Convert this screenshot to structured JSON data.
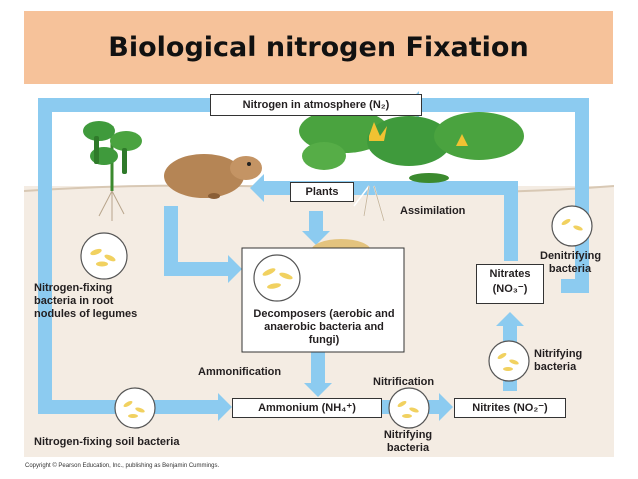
{
  "title": "Biological nitrogen Fixation",
  "labels": {
    "atmosphere": "Nitrogen in atmosphere (N₂)",
    "plants": "Plants",
    "assimilation": "Assimilation",
    "denitrifying": "Denitrifying bacteria",
    "nitrogen_fixing_root": "Nitrogen-fixing bacteria in root nodules of legumes",
    "decomposers": "Decomposers (aerobic and anaerobic bacteria and fungi)",
    "nitrates": "Nitrates (NO₃⁻)",
    "nitrifying_top": "Nitrifying bacteria",
    "ammonification": "Ammonification",
    "nitrification": "Nitrification",
    "ammonium": "Ammonium (NH₄⁺)",
    "nitrites": "Nitrites (NO₂⁻)",
    "nitrifying_bottom": "Nitrifying bacteria",
    "nitrogen_fixing_soil": "Nitrogen-fixing soil bacteria"
  },
  "copyright": "Copyright © Pearson Education, Inc., publishing as Benjamin Cummings.",
  "colors": {
    "title_bg": "#f6c29a",
    "arrow": "#8ccbf0",
    "soil": "#f4ece3",
    "leaf": "#3f9a3c",
    "animal": "#b58555"
  }
}
